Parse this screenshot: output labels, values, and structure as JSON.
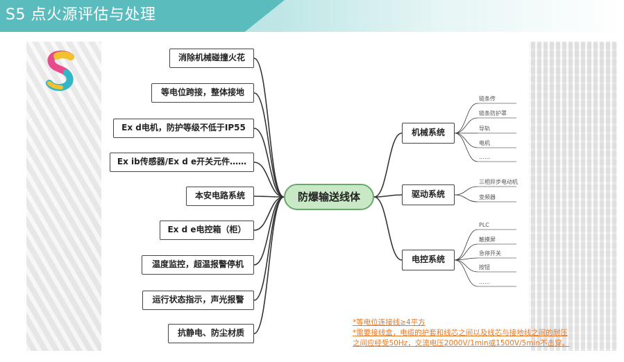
{
  "header": {
    "title": "S5 点火源评估与处理",
    "accent_color": "#5bbcbd"
  },
  "logo": {
    "icon": "s-logo-icon",
    "colors": [
      "#f2c12e",
      "#e94b8a",
      "#34b6c8"
    ]
  },
  "diagram": {
    "center": "防爆输送线体",
    "left_nodes": [
      "消除机械碰撞火花",
      "等电位跨接，整体接地",
      "Ex d电机，防护等级不低于IP55",
      "Ex ib传感器/Ex d e开关元件……",
      "本安电路系统",
      "Ex d e电控箱（柜）",
      "温度监控，超温报警停机",
      "运行状态指示，声光报警",
      "抗静电、防尘材质"
    ],
    "right_nodes": [
      {
        "label": "机械系统",
        "leaves": [
          "链条传",
          "链条防护罩",
          "导轨",
          "电机",
          "……"
        ]
      },
      {
        "label": "驱动系统",
        "leaves": [
          "三相异步电动机",
          "变频器"
        ]
      },
      {
        "label": "电控系统",
        "leaves": [
          "PLC",
          "触摸屏",
          "急停开关",
          "按钮",
          "……"
        ]
      }
    ]
  },
  "notes": [
    "*等电位连接线≥4平方",
    "*需要接线盒，电缆的护套和线芯之间以及线芯与接地线之间的耐压",
    "之间应经受50Hz，交流电压2000V/1min或1500V/5min不击穿。"
  ]
}
